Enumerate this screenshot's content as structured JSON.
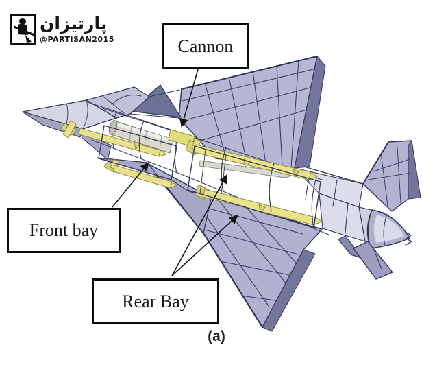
{
  "watermark": {
    "brand_name_fa": "پارتیزان",
    "handle": "@PARTISAN2015",
    "icon": "partisan-soldier-icon"
  },
  "figure": {
    "type": "aircraft-weapons-bay-cad-wireframe-diagram",
    "caption": "(a)",
    "labels": [
      {
        "id": "cannon",
        "text": "Cannon"
      },
      {
        "id": "front-bay",
        "text": "Front bay"
      },
      {
        "id": "rear-bay",
        "text": "Rear Bay"
      }
    ],
    "colors": {
      "background": "#ffffff",
      "airframe": "#b6b7d5",
      "airframe_shadow": "#73759b",
      "wireframe_line": "#34365a",
      "missile_yellow": "#e8e28c",
      "cannon_grey": "#dbd9cf",
      "label_border": "#0b0b0b",
      "label_text": "#1a1a1a",
      "arrow": "#141414"
    }
  }
}
